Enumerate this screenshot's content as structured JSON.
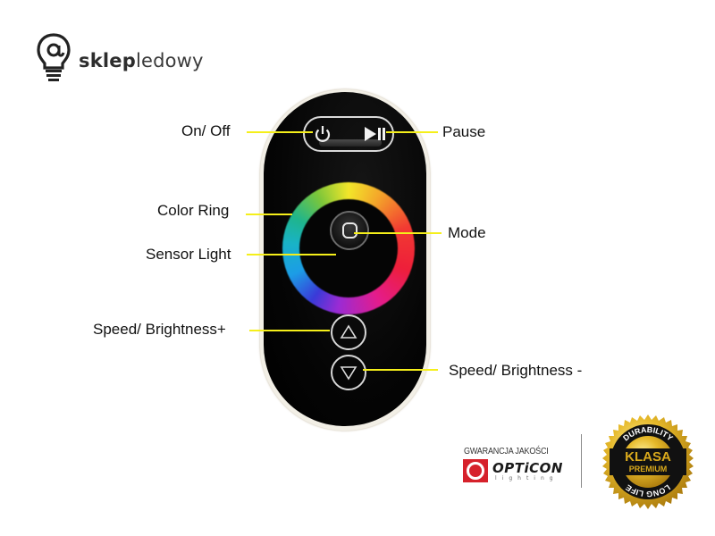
{
  "logo": {
    "brand_bold": "sklep",
    "brand_light": "ledowy",
    "icon": "at-sign-lightbulb-icon"
  },
  "remote": {
    "buttons": {
      "power": "power-icon",
      "pause": "play-pause-icon",
      "mode": "mode-square-icon",
      "up": "triangle-up-icon",
      "down": "triangle-down-icon"
    },
    "ring_colors": [
      "#f2e62a",
      "#f23a32",
      "#e41c8c",
      "#3a3ad8",
      "#1c9de6",
      "#1fb58c",
      "#7cc63a"
    ],
    "body_color": "#050505",
    "rim_color": "#f2efe6"
  },
  "callouts": {
    "line_color": "#f5ef1a",
    "on_off": "On/ Off",
    "pause": "Pause",
    "color_ring": "Color Ring",
    "mode": "Mode",
    "sensor_light": "Sensor Light",
    "speed_up": "Speed/ Brightness+",
    "speed_down": "Speed/ Brightness -"
  },
  "badges": {
    "guarantee_label": "GWARANCJA JAKOŚCI",
    "opticon_name": "OPTiCON",
    "opticon_sub": "lighting",
    "opticon_color": "#d6212b",
    "seal_top": "DURABILITY",
    "seal_main": "KLASA",
    "seal_sub": "PREMIUM",
    "seal_bottom": "LONG LIFE",
    "seal_color": "#d9a91c"
  }
}
